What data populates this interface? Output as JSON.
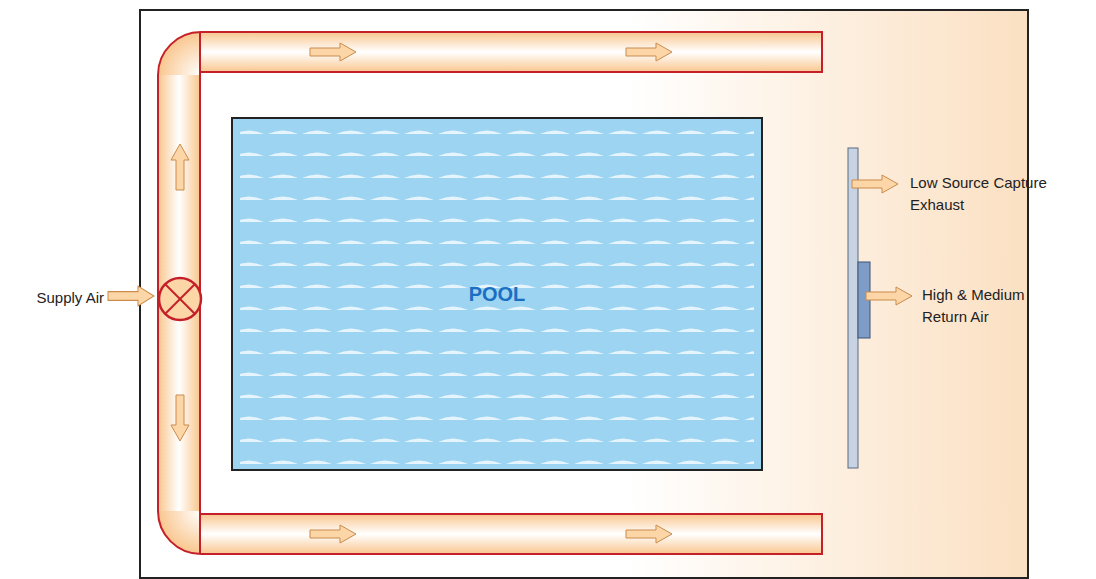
{
  "diagram": {
    "nodes": [
      {
        "text": [
          "POOL"
        ]
      }
    ],
    "labels": [
      "Supply Air",
      "Low Source Capture Exhaust",
      "High & Medium Return Air"
    ]
  }
}
